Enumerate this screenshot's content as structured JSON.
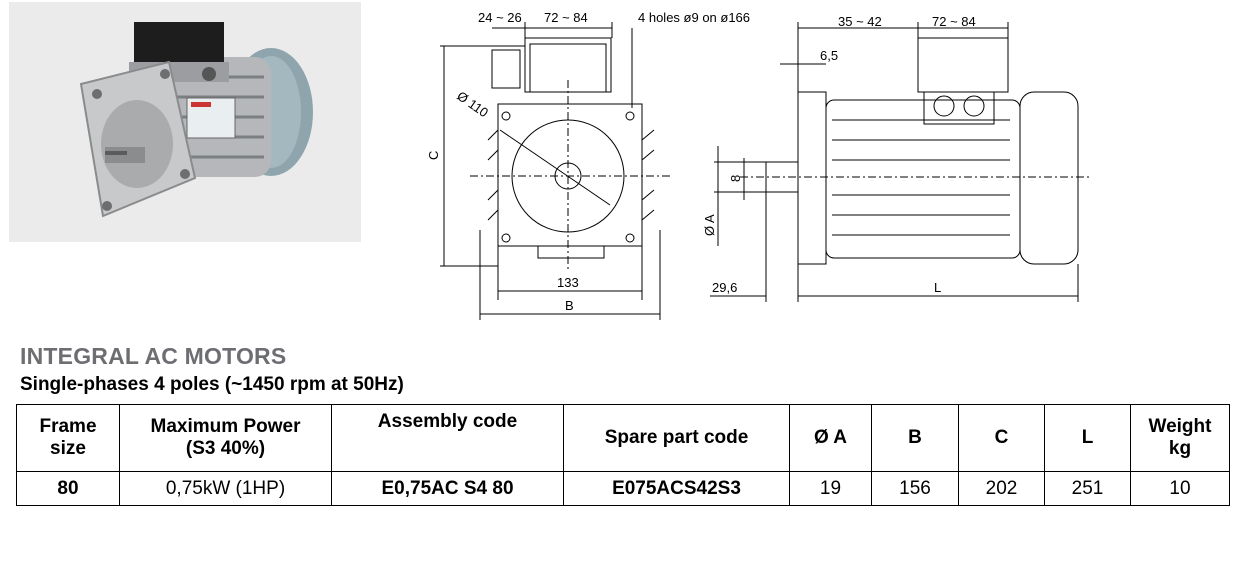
{
  "drawing": {
    "dim_flange_to_box": "24 ~ 26",
    "dim_box_width_front": "72 ~ 84",
    "note_holes": "4 holes ø9 on ø166",
    "dim_side_offset": "35 ~ 42",
    "dim_box_width_side": "72 ~ 84",
    "dim_flange_thickness": "6,5",
    "dim_circle": "Ø 110",
    "dim_C": "C",
    "dim_133": "133",
    "dim_B": "B",
    "dim_key": "8",
    "dim_shaft": "Ø A",
    "dim_shaft_length": "29,6",
    "dim_L": "L"
  },
  "heading": {
    "title": "INTEGRAL AC MOTORS",
    "subtitle": "Single-phases 4 poles (~1450 rpm at 50Hz)"
  },
  "table": {
    "headers": [
      [
        "Frame",
        "size"
      ],
      [
        "Maximum Power",
        "(S3 40%)"
      ],
      [
        "Assembly code"
      ],
      [
        "Spare part code"
      ],
      [
        "Ø A"
      ],
      [
        "B"
      ],
      [
        "C"
      ],
      [
        "L"
      ],
      [
        "Weight",
        "kg"
      ]
    ],
    "rows": [
      [
        "80",
        "0,75kW (1HP)",
        "E0,75AC S4 80",
        "E075ACS42S3",
        "19",
        "156",
        "202",
        "251",
        "10"
      ]
    ]
  }
}
